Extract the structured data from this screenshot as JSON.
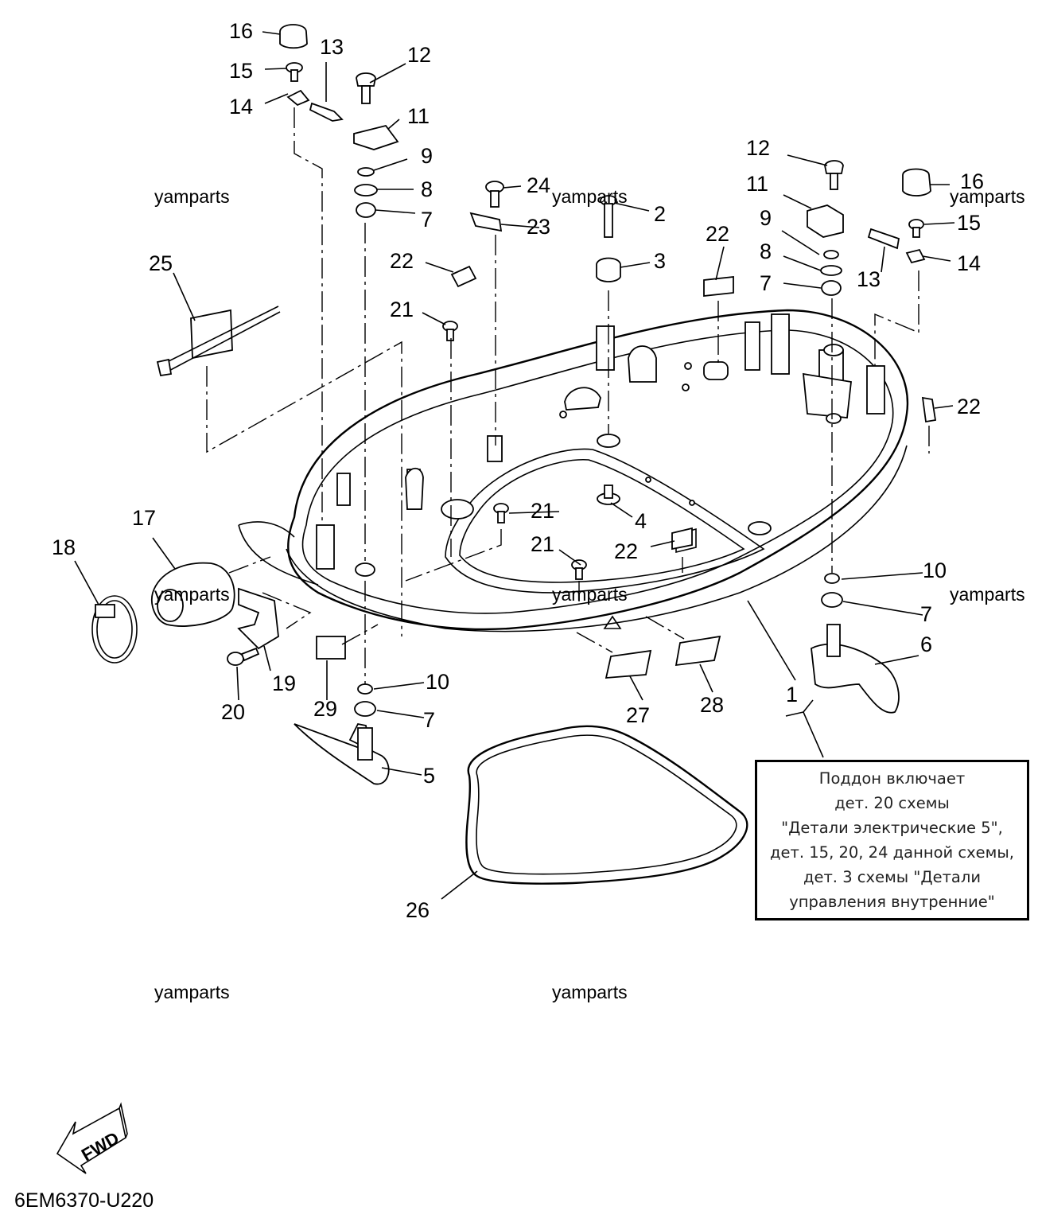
{
  "diagram_code": "6EM6370-U220",
  "watermark": "yamparts",
  "fwd_label": "FWD",
  "note": {
    "lines": [
      "Поддон включает",
      "дет. 20 схемы",
      "\"Детали электрические 5\",",
      "дет. 15, 20, 24 данной схемы,",
      "дет. 3 схемы \"Детали",
      "управления внутренние\""
    ]
  },
  "labels": {
    "p1": "1",
    "p2": "2",
    "p3": "3",
    "p4": "4",
    "p5": "5",
    "p6": "6",
    "p7": "7",
    "p8": "8",
    "p9": "9",
    "p10": "10",
    "p11": "11",
    "p12": "12",
    "p13": "13",
    "p14": "14",
    "p15": "15",
    "p16": "16",
    "p17": "17",
    "p18": "18",
    "p19": "19",
    "p20": "20",
    "p21": "21",
    "p22": "22",
    "p23": "23",
    "p24": "24",
    "p25": "25",
    "p26": "26",
    "p27": "27",
    "p28": "28",
    "p29": "29"
  }
}
